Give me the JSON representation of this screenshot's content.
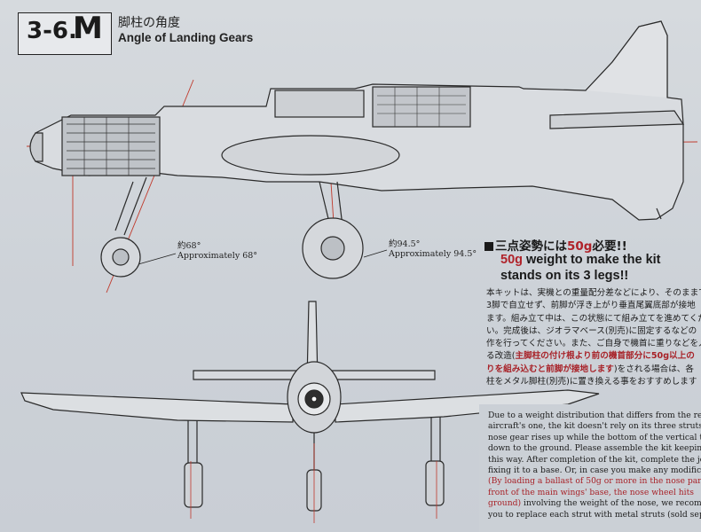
{
  "header": {
    "section_number": "3-6.",
    "section_letter": "M",
    "title_jp": "脚柱の角度",
    "title_en": "Angle of Landing Gears"
  },
  "side_view": {
    "front_gear_jp": "約68°",
    "front_gear_en": "Approximately 68°",
    "main_gear_jp": "約94.5°",
    "main_gear_en": "Approximately 94.5°"
  },
  "note": {
    "heading_prefix": "三点姿勢には",
    "heading_red": "50g",
    "heading_suffix": "必要!!",
    "en_red": "50g",
    "en_rest1": " weight to make the kit",
    "en_rest2": "stands on its 3 legs!!"
  },
  "body_jp": {
    "line1": "本キットは、実機との重量配分差などにより、そのままで",
    "line2": "3脚で自立せず、前脚が浮き上がり垂直尾翼底部が接地",
    "line3": "ます。組み立て中は、この状態にて組み立てを進めてくだ",
    "line4": "い。完成後は、ジオラマベース(別売)に固定するなどの",
    "line5": "作を行ってください。また、ご自身で機首に重りなどを入",
    "line6a": "る改造(",
    "line6_red": "主脚柱の付け根より前の機首部分に50g以上の",
    "line7_red": "りを組み込むと前脚が接地します",
    "line7b": ")をされる場合は、各",
    "line8": "柱をメタル脚柱(別売)に置き換える事をおすすめします"
  },
  "body_en": {
    "line1": "Due to a weight distribution that differs from the re",
    "line2": "aircraft's one, the kit doesn't rely on its three struts. T",
    "line3": "nose gear rises up while the bottom of the vertical tail f",
    "line4": "down to the ground. Please assemble the kit keeping it",
    "line5": "this way. After completion of the kit, complete the job",
    "line6": "fixing it to a base. Or, in case you make any modificati",
    "line7_red": "(By loading a ballast of 50g or more in the nose part",
    "line8_red": "front of the main wings' base, the nose wheel hits",
    "line9a_red": "ground)",
    "line9b": " involving the weight of the nose, we recomme",
    "line10": "you to replace each strut with metal struts (sold separat"
  },
  "colors": {
    "accent_red": "#b0232a",
    "ink": "#1a1a1a",
    "guide_line": "#c0392b",
    "paper": "#cfd3d8"
  }
}
